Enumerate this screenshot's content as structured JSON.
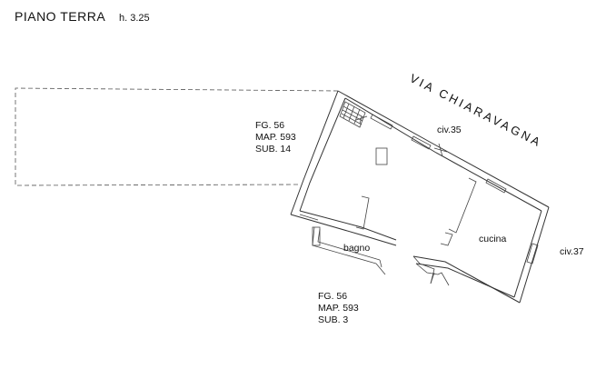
{
  "title": {
    "floor": "PIANO  TERRA",
    "height": "h. 3.25"
  },
  "street": "VIA CHIARAVAGNA",
  "parcel_upper": {
    "fg": "FG. 56",
    "map": "MAP. 593",
    "sub": "SUB. 14"
  },
  "parcel_lower": {
    "fg": "FG. 56",
    "map": "MAP. 593",
    "sub": "SUB. 3"
  },
  "civic_35": "civ.35",
  "civic_37": "civ.37",
  "rooms": {
    "bathroom": "bagno",
    "kitchen": "cucina"
  }
}
